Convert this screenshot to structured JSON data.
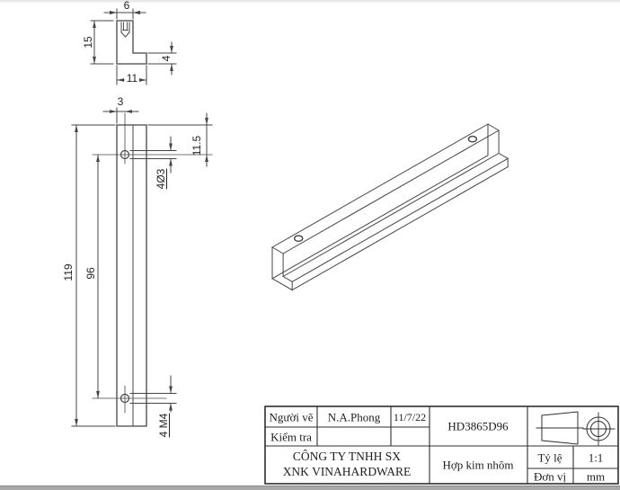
{
  "section_view": {
    "width_top": "6",
    "height": "15",
    "width_bottom": "11",
    "flange_thickness": "4"
  },
  "front_view": {
    "hole_offset_x": "3",
    "hole_offset_top": "11.5",
    "hole_spec_top": "4Ø3",
    "length_total": "119",
    "hole_spacing": "96",
    "hole_spec_bottom": "4 M4"
  },
  "title_block": {
    "drawn_by_label": "Người vẽ",
    "drawn_by_value": "N.A.Phong",
    "date": "11/7/22",
    "checked_label": "Kiểm tra",
    "part_number": "HD3865D96",
    "company_line1": "CÔNG TY TNHH SX",
    "company_line2": "XNK VINAHARDWARE",
    "material": "Hợp kim nhôm",
    "scale_label": "Tỷ lệ",
    "scale_value": "1:1",
    "unit_label": "Đơn vị",
    "unit_value": "mm"
  },
  "colors": {
    "line": "#454545",
    "title_line": "#2f2f2f",
    "text": "#242424"
  }
}
